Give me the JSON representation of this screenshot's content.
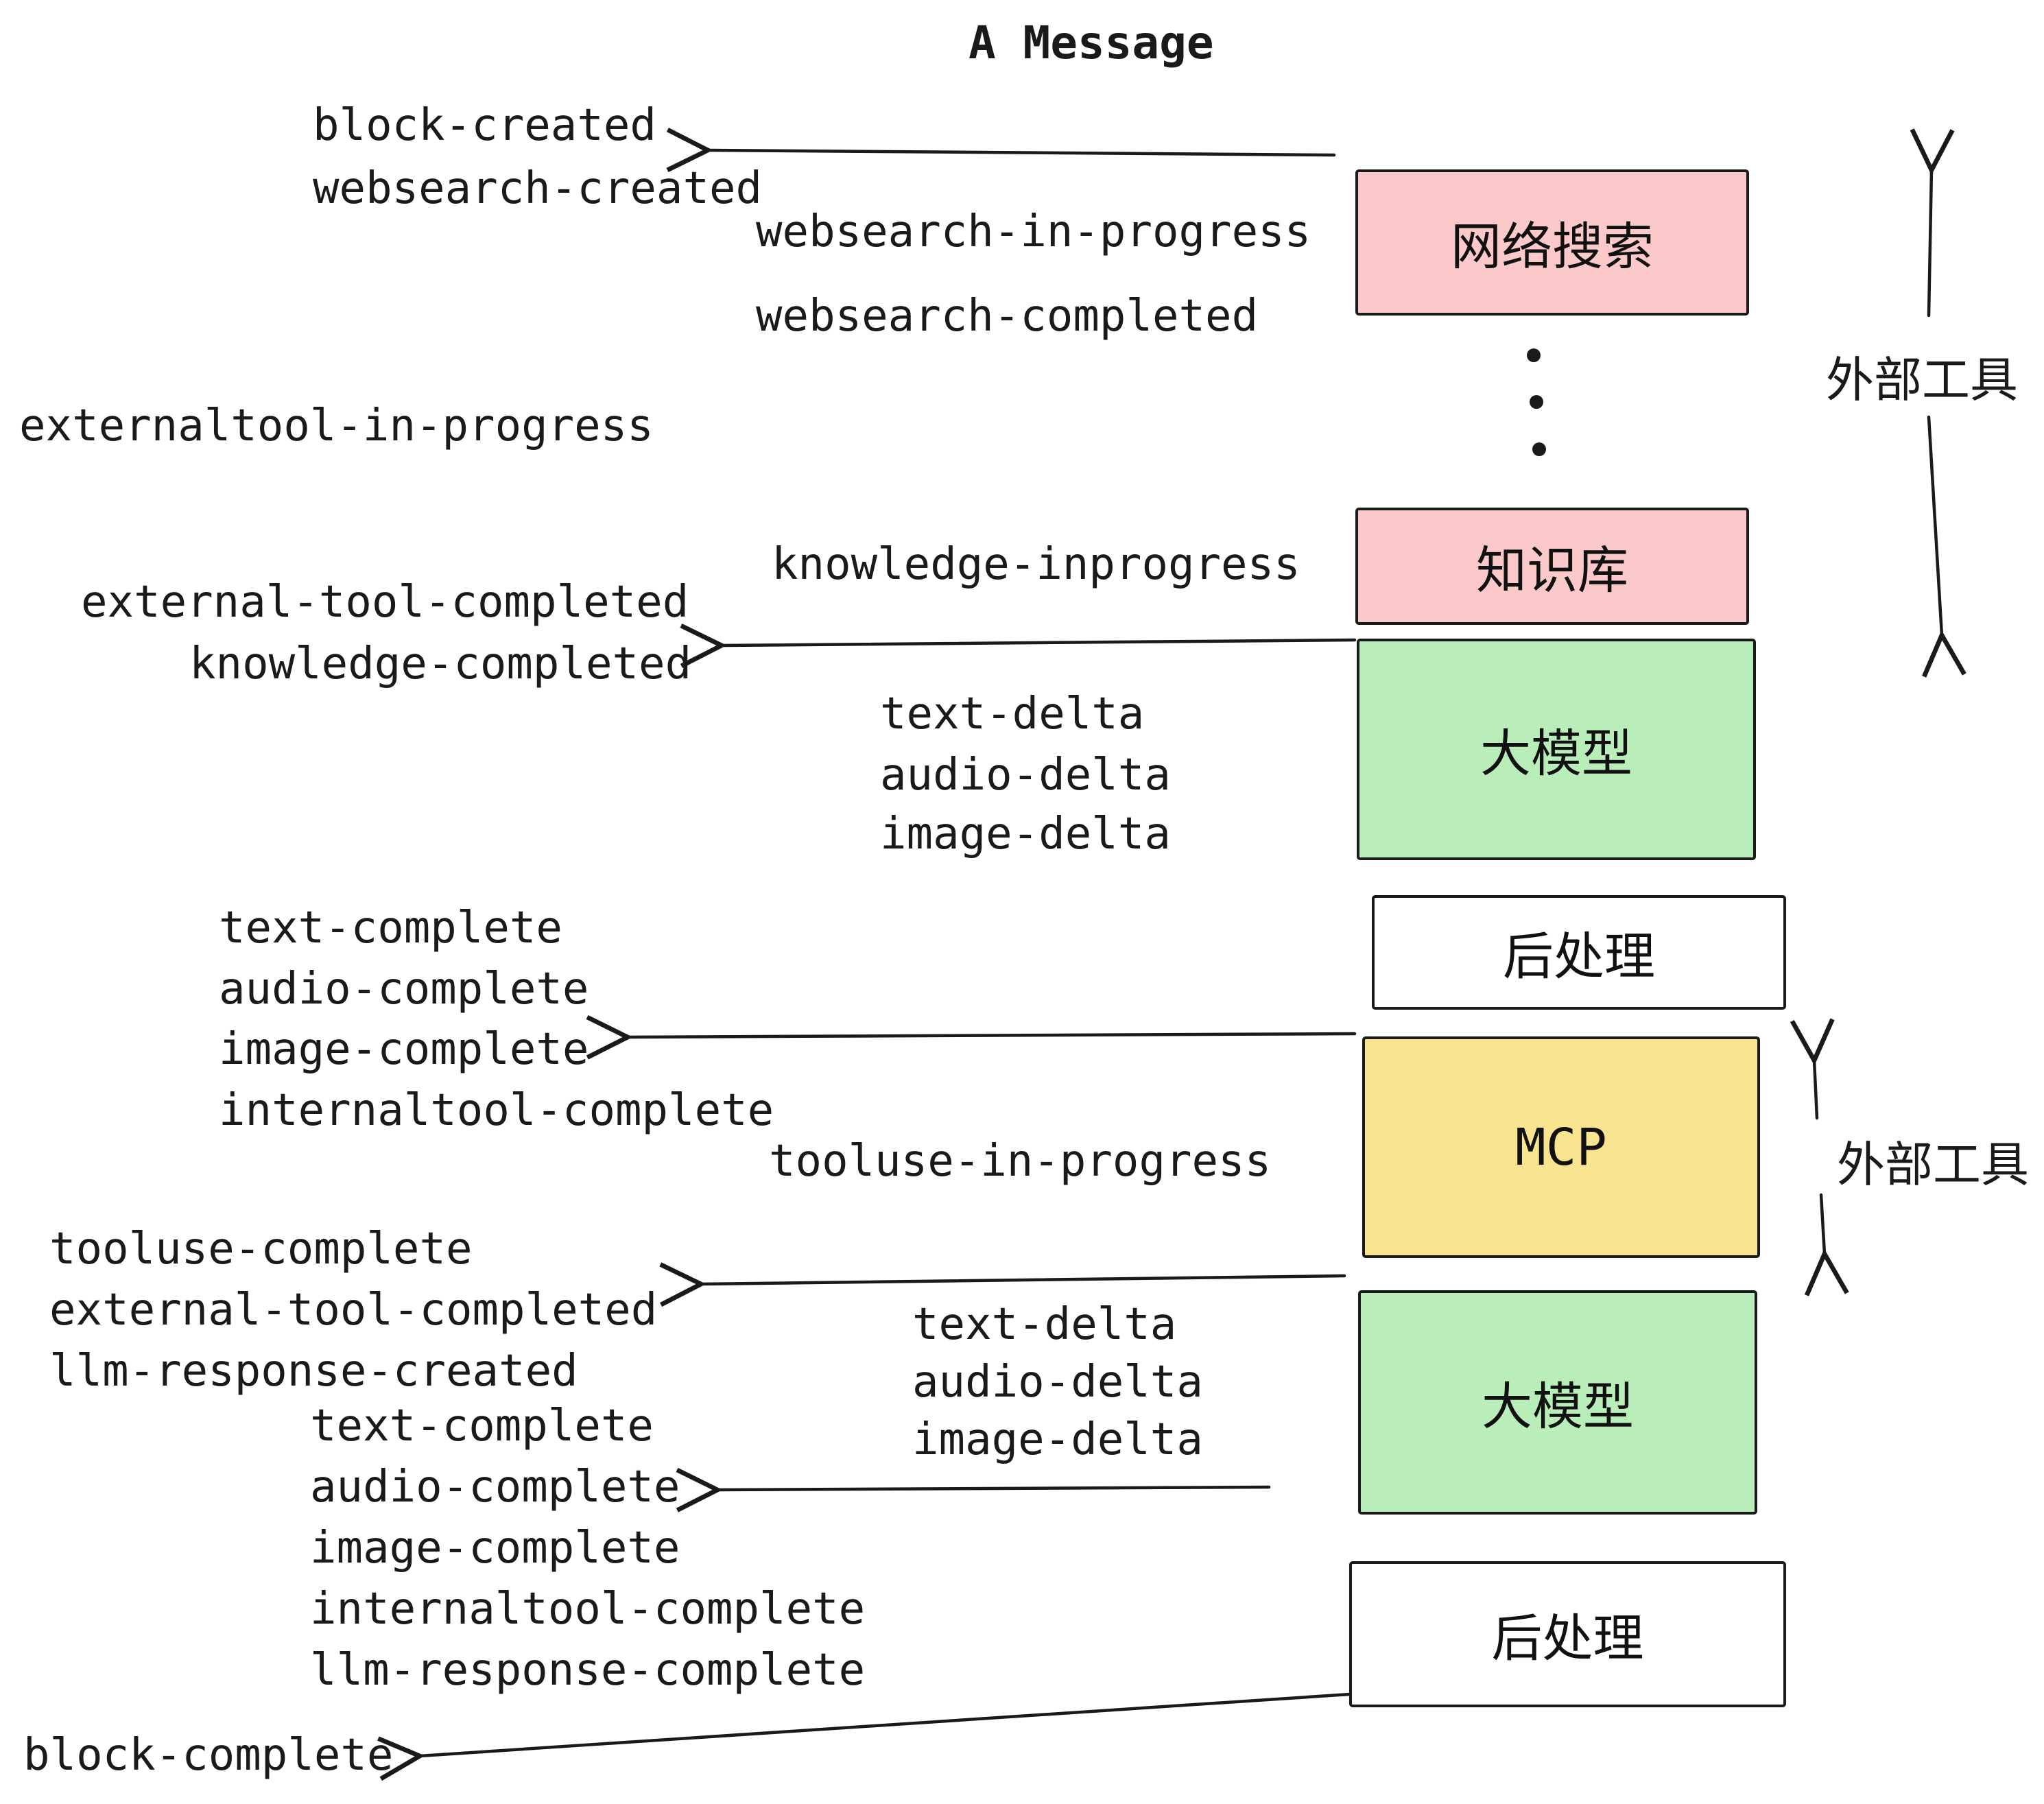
{
  "title": "A Message",
  "events": {
    "block_created": "block-created",
    "websearch_created": "websearch-created",
    "websearch_in_progress": "websearch-in-progress",
    "websearch_completed": "websearch-completed",
    "externaltool_in_progress": "externaltool-in-progress",
    "knowledge_inprogress": "knowledge-inprogress",
    "external_tool_completed": "external-tool-completed",
    "knowledge_completed": "knowledge-completed",
    "text_delta": "text-delta",
    "audio_delta": "audio-delta",
    "image_delta": "image-delta",
    "text_complete": "text-complete",
    "audio_complete": "audio-complete",
    "image_complete": "image-complete",
    "internaltool_complete": "internaltool-complete",
    "tooluse_in_progress": "tooluse-in-progress",
    "tooluse_complete": "tooluse-complete",
    "llm_response_created": "llm-response-created",
    "llm_response_complete": "llm-response-complete",
    "block_complete": "block-complete"
  },
  "nodes": {
    "websearch": "网络搜索",
    "knowledge": "知识库",
    "llm": "大模型",
    "postprocess": "后处理",
    "mcp": "MCP"
  },
  "annotations": {
    "external_tools": "外部工具"
  },
  "colors": {
    "pink": "#fbc9c9",
    "green": "#b9edb9",
    "yellow": "#f9e48f",
    "white": "#ffffff",
    "ink": "#1a1a1a"
  }
}
